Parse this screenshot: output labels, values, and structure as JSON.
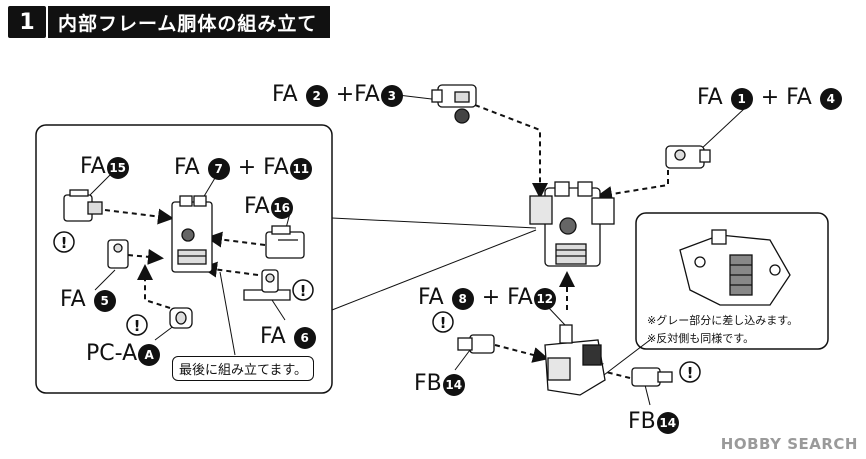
{
  "header": {
    "step_number": "1",
    "title": "内部フレーム胴体の組み立て"
  },
  "parts": {
    "fa2_fa3": [
      "FA",
      "2",
      "+",
      "FA",
      "3"
    ],
    "fa1_fa4": [
      "FA",
      "1",
      "+",
      "FA",
      "4"
    ],
    "fa15": [
      "FA",
      "15"
    ],
    "fa7_fa11": [
      "FA",
      "7",
      "+",
      "FA",
      "11"
    ],
    "fa16": [
      "FA",
      "16"
    ],
    "fa5": [
      "FA",
      "5"
    ],
    "fa6": [
      "FA",
      "6"
    ],
    "pca": [
      "PC-A",
      "A"
    ],
    "fa8_fa12": [
      "FA",
      "8",
      "+",
      "FA",
      "12"
    ],
    "fb14_left": [
      "FB",
      "14"
    ],
    "fb14_right": [
      "FB",
      "14"
    ]
  },
  "notes": {
    "assemble_last": "最後に組み立てます。",
    "insert_gray": "※グレー部分に差し込みます。",
    "opposite_side": "※反対側も同様です。"
  },
  "watermark": "HOBBY SEARCH"
}
